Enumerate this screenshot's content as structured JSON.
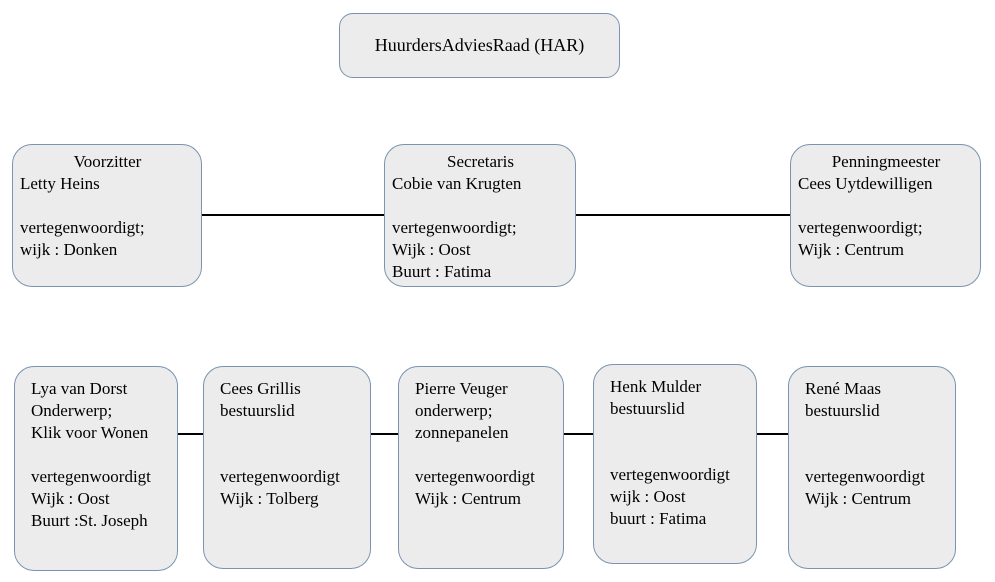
{
  "colors": {
    "node_fill": "#ececec",
    "node_border": "#7a93b0",
    "connector": "#000000"
  },
  "diagram": {
    "root": {
      "label": "HuurdersAdviesRaad (HAR)"
    },
    "board": [
      {
        "title": "Voorzitter",
        "lines": [
          "Letty Heins",
          "",
          "vertegenwoordigt;",
          "wijk : Donken"
        ]
      },
      {
        "title": "Secretaris",
        "lines": [
          "Cobie van Krugten",
          "",
          "vertegenwoordigt;",
          "Wijk : Oost",
          "Buurt : Fatima"
        ]
      },
      {
        "title": "Penningmeester",
        "lines": [
          "Cees Uytdewilligen",
          "",
          "vertegenwoordigt;",
          "Wijk : Centrum"
        ]
      }
    ],
    "members": [
      {
        "lines": [
          "Lya van Dorst",
          "Onderwerp;",
          "Klik voor Wonen",
          "",
          "vertegenwoordigt",
          "Wijk : Oost",
          "Buurt :St. Joseph"
        ]
      },
      {
        "lines": [
          "Cees Grillis",
          "bestuurslid",
          "",
          "",
          "vertegenwoordigt",
          "Wijk : Tolberg"
        ]
      },
      {
        "lines": [
          "Pierre Veuger",
          "onderwerp;",
          "zonnepanelen",
          "",
          "vertegenwoordigt",
          "Wijk : Centrum"
        ]
      },
      {
        "lines": [
          "Henk Mulder",
          "bestuurslid",
          "",
          "",
          "vertegenwoordigt",
          "wijk : Oost",
          "buurt : Fatima"
        ]
      },
      {
        "lines": [
          "René Maas",
          "bestuurslid",
          "",
          "",
          "vertegenwoordigt",
          "Wijk : Centrum"
        ]
      }
    ]
  }
}
